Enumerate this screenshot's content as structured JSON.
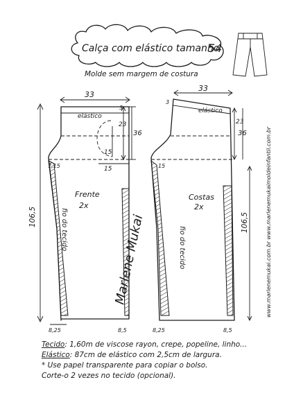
{
  "header": {
    "title": "Calça com elástico tamanho",
    "size": "54",
    "subtitle": "Molde sem margem de costura"
  },
  "front": {
    "name": "Frente",
    "qty": "2x",
    "width_top": "33",
    "elastic": "elástico",
    "d_3": "3",
    "d_23": "23",
    "d_36": "36",
    "d_15a": "15",
    "d_15b": "15",
    "d_715": "7,15",
    "length": "106,5",
    "hem_left": "8,25",
    "hem_right": "8,5",
    "grain": "fio do tecido"
  },
  "back": {
    "name": "Costas",
    "qty": "2x",
    "width_top": "33",
    "elastic": "elástico",
    "d_3": "3",
    "d_23": "23",
    "d_36": "36",
    "d_15": "15",
    "length": "106,5",
    "hem_left": "8,25",
    "hem_right": "8,5",
    "grain": "fio do tecido"
  },
  "side_url": "www.marlenemukai.com.br  www.marlenemukaimoldeinfantil.com.br",
  "signature": "Marlene Mukai",
  "notes": {
    "fabric_key": "Tecido",
    "fabric_text": ": 1,60m de viscose rayon, crepe, popeline, linho...",
    "elastic_key": "Elástico",
    "elastic_text": ": 87cm de elástico com 2,5cm de largura.",
    "pocket": "* Use papel transparente para copiar o bolso.",
    "cut": "Corte-o 2 vezes no tecido (opcional)."
  }
}
